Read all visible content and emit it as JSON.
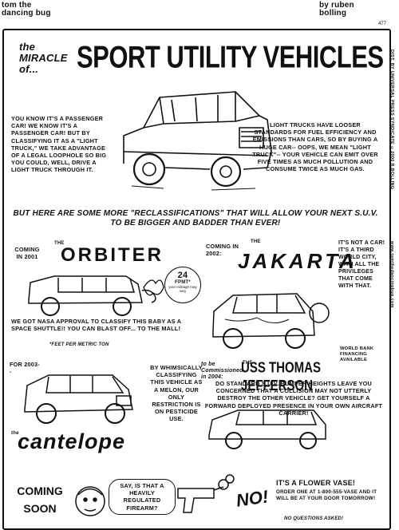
{
  "header": {
    "strip_name": "tom the dancing bug",
    "byline": "by ruben bolling",
    "strip_number": "477"
  },
  "title": {
    "prefix": "the MIRACLE of...",
    "main": "SPORT UTILITY VEHICLES"
  },
  "intro": {
    "left_text": "YOU KNOW IT'S A PASSENGER CAR! WE KNOW IT'S A PASSENGER CAR! BUT BY CLASSIFYING IT AS A \"LIGHT TRUCK,\" WE TAKE ADVANTAGE OF A LEGAL LOOPHOLE SO BIG YOU COULD, WELL, DRIVE A LIGHT TRUCK THROUGH IT.",
    "right_text": "LIGHT TRUCKS HAVE LOOSER STANDARDS FOR FUEL EFFICIENCY AND EMISSIONS THAN CARS, SO BY BUYING A HUGE CAR-- OOPS, WE MEAN \"LIGHT TRUCK\"-- YOUR VEHICLE CAN EMIT OVER FIVE TIMES AS MUCH POLLUTION AND CONSUME TWICE AS MUCH GAS."
  },
  "banner": "BUT HERE ARE SOME MORE \"RECLASSIFICATIONS\" THAT WILL ALLOW YOUR NEXT S.U.V. TO BE BIGGER AND BADDER THAN EVER!",
  "orbiter": {
    "coming": "COMING IN 2001",
    "the": "THE",
    "name": "ORBITER",
    "sign_line1": "24",
    "sign_line2": "FPMT*",
    "sign_line3": "your mileage may vary",
    "caption": "WE GOT NASA APPROVAL TO CLASSIFY THIS BABY AS A SPACE SHUTTLE!! YOU CAN BLAST OFF... TO THE MALL!",
    "footnote": "*FEET PER METRIC TON"
  },
  "jakarta": {
    "coming": "COMING IN 2002:",
    "the": "THE",
    "name": "JAKARTA",
    "caption": "IT'S NOT A CAR! IT'S A THIRD WORLD CITY, WITH ALL THE PRIVILEGES THAT COME WITH THAT.",
    "financing": "WORLD BANK FINANCING AVAILABLE"
  },
  "cantelope": {
    "year": "FOR 2003--",
    "the": "the",
    "name": "cantelope",
    "caption": "BY WHIMSICALLY CLASSIFYING THIS VEHICLE AS A MELON, OUR ONLY RESTRICTION IS ON PESTICIDE USE."
  },
  "jefferson": {
    "to_be": "to be Commissioned in 2004:",
    "the": "THE",
    "name": "USS THOMAS JEFFERSON",
    "caption": "DO STANDARD S.U.V. BUMPER HEIGHTS LEAVE YOU CONCERNED THAT A COLLISION MAY NOT UTTERLY DESTROY THE OTHER VEHICLE? GET YOURSELF A FORWARD DEPLOYED PRESENCE IN YOUR OWN AIRCRAFT CARRIER!"
  },
  "coming_soon": {
    "label": "COMING SOON",
    "speech": "SAY, IS THAT A HEAVILY REGULATED FIREARM?",
    "reply": "NO!",
    "flower": "IT'S A FLOWER VASE!",
    "order": "ORDER ONE AT 1-800-555-VASE AND IT WILL BE AT YOUR DOOR TOMORROW!",
    "no_questions": "NO QUESTIONS ASKED!"
  },
  "margin": {
    "syndicate": "DIST. BY UNIVERSAL PRESS SYNDICATE ©2000 R.BOLLING",
    "website": "www.tomthedancingbug.com"
  }
}
